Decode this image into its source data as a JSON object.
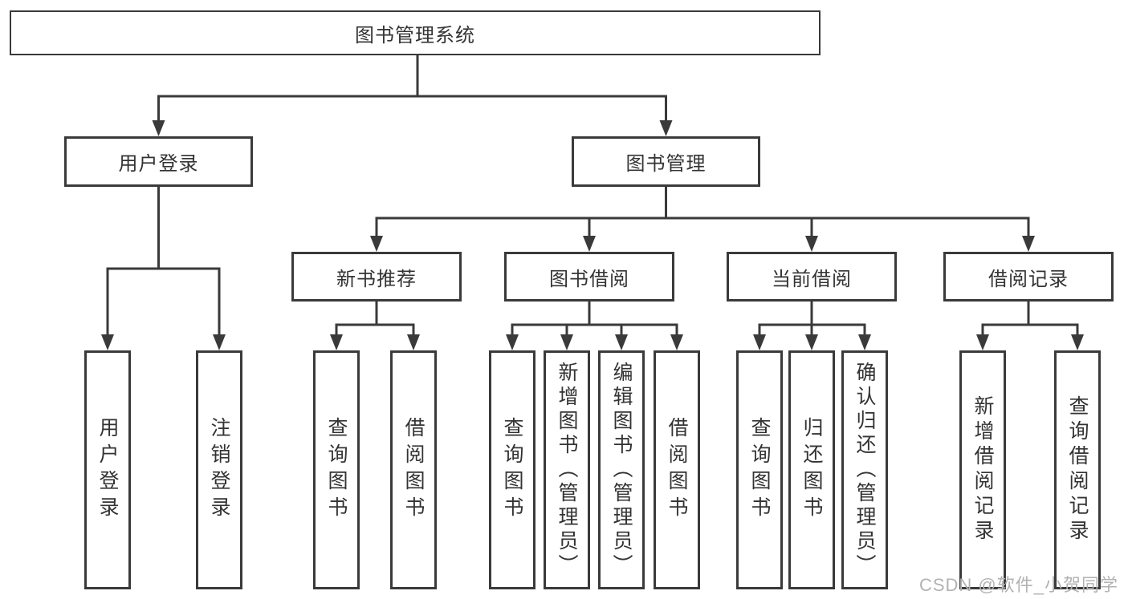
{
  "diagram_type": "hierarchy-tree",
  "colors": {
    "line": "#3a3a3a",
    "box_border": "#3a3a3a",
    "text": "#333333",
    "background": "#ffffff",
    "watermark": "#b2b2b2"
  },
  "tree": {
    "label": "图书管理系统",
    "children": [
      {
        "label": "用户登录",
        "children": [
          {
            "label": "用户登录"
          },
          {
            "label": "注销登录"
          }
        ]
      },
      {
        "label": "图书管理",
        "children": [
          {
            "label": "新书推荐",
            "children": [
              {
                "label": "查询图书"
              },
              {
                "label": "借阅图书"
              }
            ]
          },
          {
            "label": "图书借阅",
            "children": [
              {
                "label": "查询图书"
              },
              {
                "label": "新增图书（管理员）"
              },
              {
                "label": "编辑图书（管理员）"
              },
              {
                "label": "借阅图书"
              }
            ]
          },
          {
            "label": "当前借阅",
            "children": [
              {
                "label": "查询图书"
              },
              {
                "label": "归还图书"
              },
              {
                "label": "确认归还（管理员）"
              }
            ]
          },
          {
            "label": "借阅记录",
            "children": [
              {
                "label": "新增借阅记录"
              },
              {
                "label": "查询借阅记录"
              }
            ]
          }
        ]
      }
    ]
  },
  "watermark": "CSDN @软件_小贺同学"
}
